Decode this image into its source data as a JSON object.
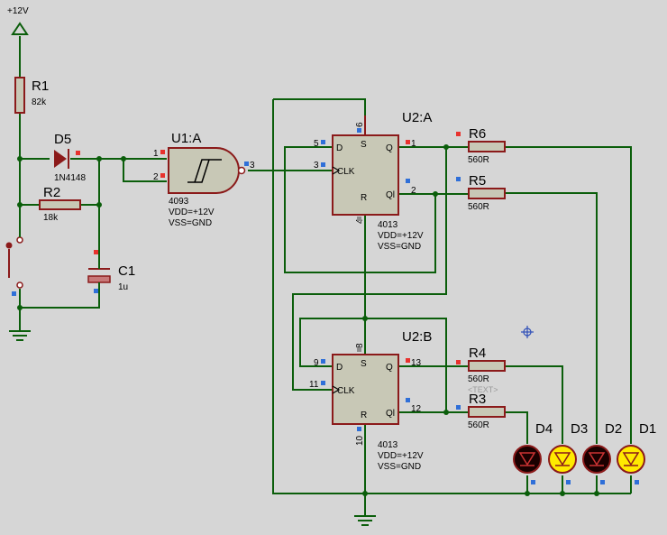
{
  "power": {
    "label": "+12V"
  },
  "r1": {
    "ref": "R1",
    "value": "82k"
  },
  "r2": {
    "ref": "R2",
    "value": "18k"
  },
  "d5": {
    "ref": "D5",
    "value": "1N4148"
  },
  "c1": {
    "ref": "C1",
    "value": "1u"
  },
  "u1a": {
    "ref": "U1:A",
    "part": "4093",
    "vdd": "VDD=+12V",
    "vss": "VSS=GND",
    "pins": {
      "in1": "1",
      "in2": "2",
      "out": "3"
    }
  },
  "u2a": {
    "ref": "U2:A",
    "part": "4013",
    "vdd": "VDD=+12V",
    "vss": "VSS=GND",
    "labels": {
      "d": "D",
      "clk": "CLK",
      "s": "S",
      "r": "R",
      "q": "Q",
      "qbar": "Ql"
    },
    "pins": {
      "d": "5",
      "clk": "3",
      "s": "6",
      "r": "4",
      "q": "1",
      "qbar": "2"
    }
  },
  "u2b": {
    "ref": "U2:B",
    "part": "4013",
    "vdd": "VDD=+12V",
    "vss": "VSS=GND",
    "labels": {
      "d": "D",
      "clk": "CLK",
      "s": "S",
      "r": "R",
      "q": "Q",
      "qbar": "Ql"
    },
    "pins": {
      "d": "9",
      "clk": "11",
      "s": "8",
      "r": "10",
      "q": "13",
      "qbar": "12"
    }
  },
  "r6": {
    "ref": "R6",
    "value": "560R"
  },
  "r5": {
    "ref": "R5",
    "value": "560R"
  },
  "r4": {
    "ref": "R4",
    "value": "560R",
    "text": "<TEXT>"
  },
  "r3": {
    "ref": "R3",
    "value": "560R"
  },
  "leds": [
    {
      "ref": "D4",
      "color": "#1a0000"
    },
    {
      "ref": "D3",
      "color": "#ffea00"
    },
    {
      "ref": "D2",
      "color": "#1a0000"
    },
    {
      "ref": "D1",
      "color": "#ffea00"
    }
  ],
  "colors": {
    "wire": "#0b5e0b",
    "component": "#8b1a1a",
    "body": "#c8c8b6",
    "background": "#d6d6d6"
  }
}
